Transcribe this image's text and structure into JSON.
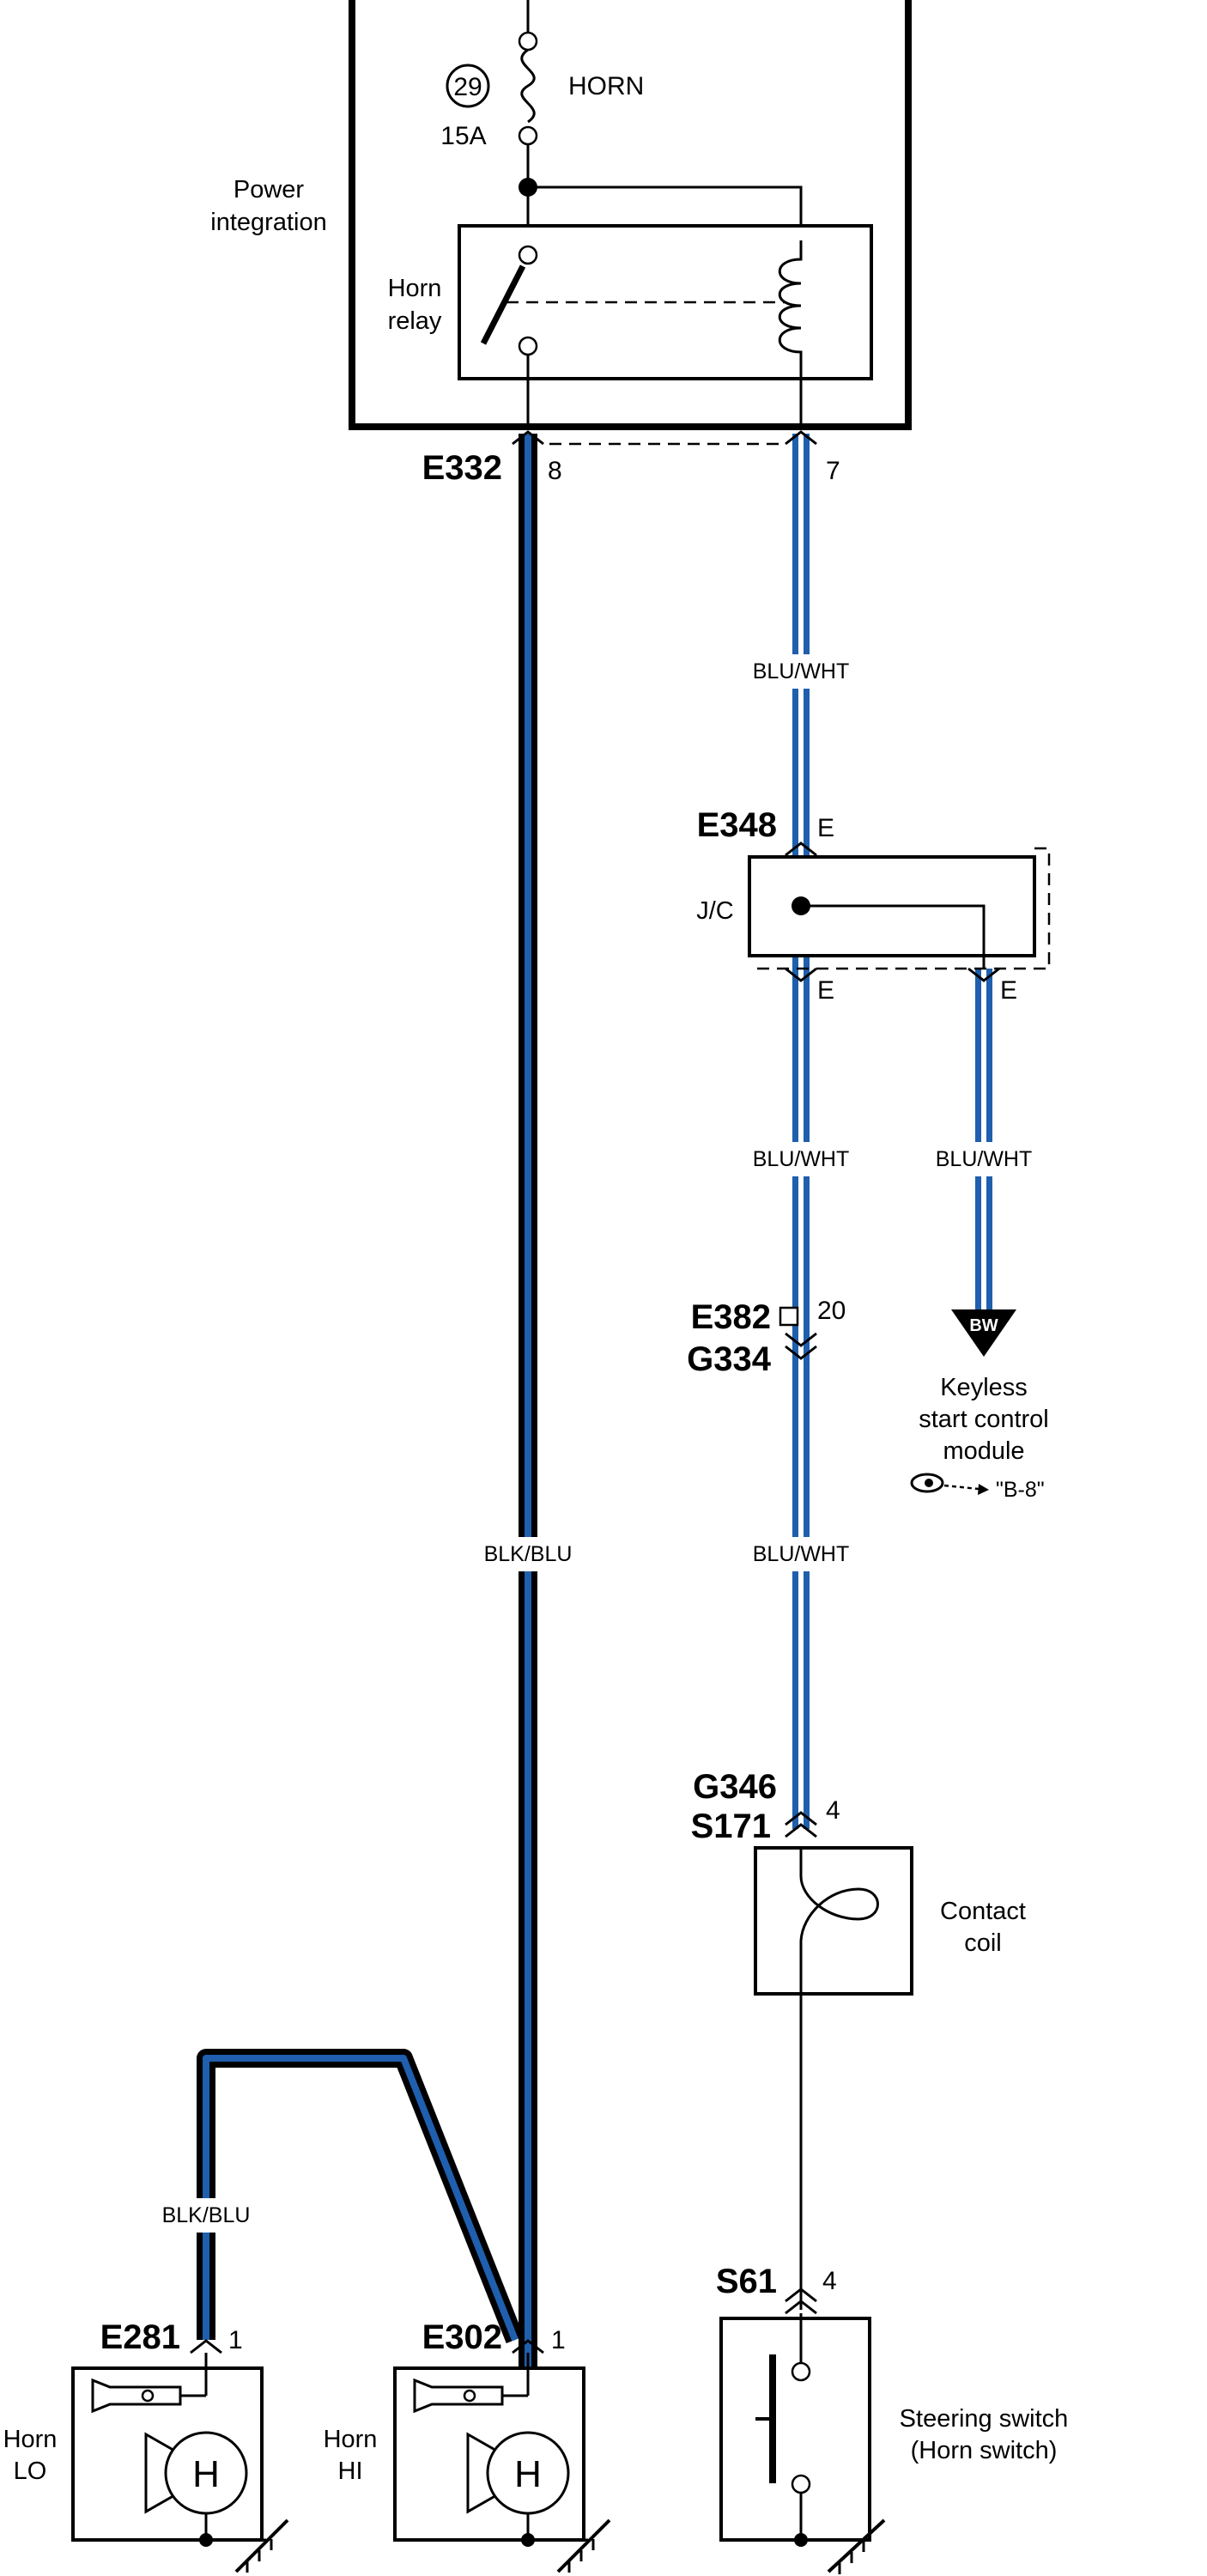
{
  "colors": {
    "wire_blue": "#1f5fae",
    "wire_black": "#000000",
    "line": "#000000"
  },
  "labels": {
    "fuse_number": "29",
    "fuse_rating": "15A",
    "fuse_name": "HORN",
    "power_integration_1": "Power",
    "power_integration_2": "integration",
    "horn_relay_1": "Horn",
    "horn_relay_2": "relay",
    "jc": "J/C",
    "keyless_1": "Keyless",
    "keyless_2": "start control",
    "keyless_3": "module",
    "keyless_ref": "\"B-8\"",
    "bw_code": "BW",
    "contact_coil_1": "Contact",
    "contact_coil_2": "coil",
    "horn_lo_1": "Horn",
    "horn_lo_2": "LO",
    "horn_hi_1": "Horn",
    "horn_hi_2": "HI",
    "horn_symbol": "H",
    "steering_switch_1": "Steering switch",
    "steering_switch_2": "(Horn switch)"
  },
  "connectors": {
    "e332": {
      "name": "E332",
      "pin_a": "8",
      "pin_b": "7"
    },
    "e348": {
      "name": "E348",
      "pin_in": "E",
      "pin_out_a": "E",
      "pin_out_b": "E"
    },
    "e382": {
      "name": "E382",
      "pin": "20"
    },
    "g334": {
      "name": "G334"
    },
    "g346": {
      "name": "G346",
      "pin": "4"
    },
    "s171": {
      "name": "S171"
    },
    "s61": {
      "name": "S61",
      "pin": "4"
    },
    "e281": {
      "name": "E281",
      "pin": "1"
    },
    "e302": {
      "name": "E302",
      "pin": "1"
    }
  },
  "wires": {
    "w_e332_e348": "BLU/WHT",
    "w_e348_e382": "BLU/WHT",
    "w_e348_keyless": "BLU/WHT",
    "w_g334_g346": "BLU/WHT",
    "w_e332_e302": "BLK/BLU",
    "w_e281": "BLK/BLU"
  }
}
